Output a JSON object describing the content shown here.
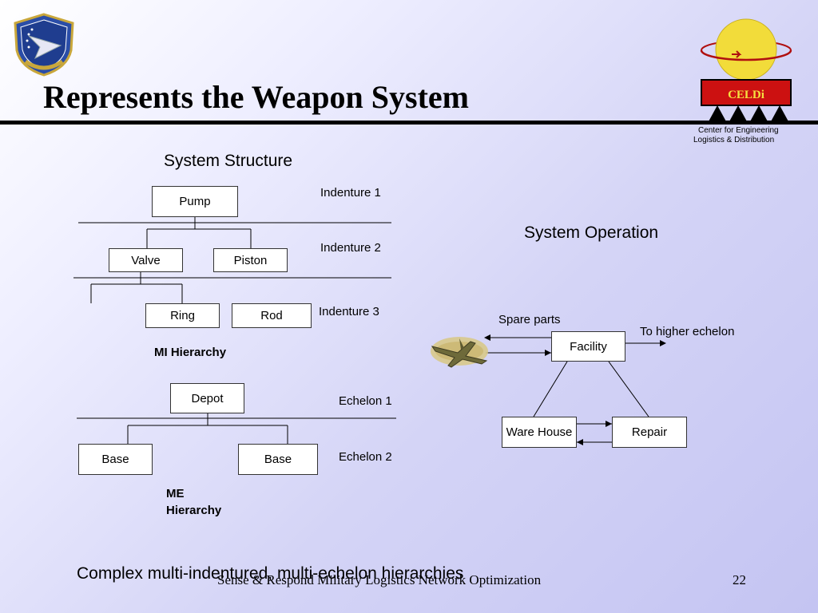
{
  "slide": {
    "title": "Represents the Weapon System",
    "page_number": "22",
    "footer_text": "Sense & Respond Military Logistics Network Optimization",
    "bottom_caption": "Complex multi-indentured, multi-echelon hierarchies"
  },
  "logo_left": {
    "icon": "air-force-research-laboratory-shield"
  },
  "logo_right": {
    "icon": "globe-icon",
    "brand": "CELDi",
    "caption_line1": "Center for Engineering",
    "caption_line2": "Logistics & Distribution"
  },
  "structure": {
    "heading": "System Structure",
    "mi": {
      "nodes": {
        "pump": "Pump",
        "valve": "Valve",
        "piston": "Piston",
        "ring": "Ring",
        "rod": "Rod"
      },
      "levels": [
        "Indenture 1",
        "Indenture 2",
        "Indenture 3"
      ],
      "caption": "MI Hierarchy"
    },
    "me": {
      "nodes": {
        "depot": "Depot",
        "base1": "Base",
        "base2": "Base"
      },
      "levels": [
        "Echelon 1",
        "Echelon 2"
      ],
      "caption_line1": "ME",
      "caption_line2": "Hierarchy"
    }
  },
  "operation": {
    "heading": "System Operation",
    "aircraft_icon": "aircraft-icon",
    "spare_parts": "Spare parts",
    "higher_echelon": "To higher echelon",
    "nodes": {
      "facility": "Facility",
      "warehouse": "Ware House",
      "repair": "Repair"
    }
  },
  "colors": {
    "brand_red": "#cc1111",
    "globe_yellow": "#f5e040"
  }
}
